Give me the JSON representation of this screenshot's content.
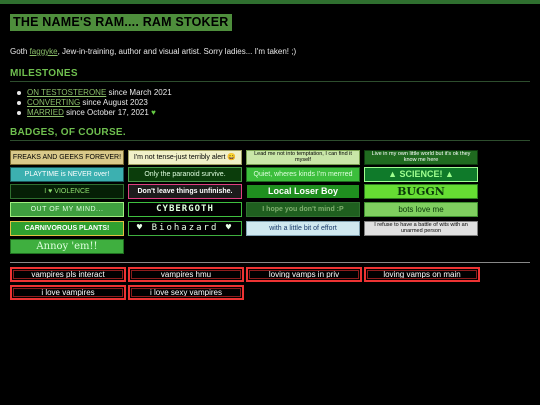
{
  "title": "THE NAME'S RAM.... RAM STOKER",
  "bio": {
    "before": "Goth ",
    "link": "faggyke",
    "after": ", Jew-in-training, author and visual artist. Sorry ladies... I'm taken! ;)"
  },
  "milestones": {
    "heading": "MILESTONES",
    "items": [
      {
        "link": "ON TESTOSTERONE",
        "text": " since March 2021",
        "suffix": ""
      },
      {
        "link": "CONVERTING",
        "text": " since August 2023",
        "suffix": ""
      },
      {
        "link": "MARRIED",
        "text": " since October 17, 2021 ",
        "suffix": "♥"
      }
    ]
  },
  "badges": {
    "heading": "BADGES, OF COURSE.",
    "items": [
      {
        "text": "FREAKS AND GEEKS FOREVER!",
        "bg": "#d9c98a",
        "fg": "#000000",
        "border": "#7a6a30"
      },
      {
        "text": "I'm not tense-just terribly alert 😄",
        "bg": "#f0f0c8",
        "fg": "#000000",
        "border": "#a0a060"
      },
      {
        "text": "Lead me not into temptation, I can find it myself",
        "bg": "#c9e6a8",
        "fg": "#000000",
        "border": "#7aa050"
      },
      {
        "text": "Live in my own little world but it's ok they know me here",
        "bg": "#1f6a1f",
        "fg": "#ffffff",
        "border": "#0e3a0e"
      },
      {
        "text": "PLAYTIME is NEVER over!",
        "bg": "#3cb0b0",
        "fg": "#ffffff",
        "border": "#1a5a5a"
      },
      {
        "text": "Only the paranoid survive.",
        "bg": "#0b3d0b",
        "fg": "#dfffdf",
        "border": "#4a9a4a"
      },
      {
        "text": "Quiet, wheres kinds I'm merrred",
        "bg": "#3cbe3c",
        "fg": "#dfffdf",
        "border": "#1d6a1d"
      },
      {
        "text": "▲ SCIENCE! ▲",
        "bg": "#0f7a2a",
        "fg": "#9fff8f",
        "border": "#9fff8f"
      },
      {
        "text": "I ♥ VIOLENCE",
        "bg": "#061f06",
        "fg": "#8fdf6f",
        "border": "#2f6f2f"
      },
      {
        "text": "Don't leave things unfinishe.",
        "bg": "#1c1c1c",
        "fg": "#ffffff",
        "border": "#e04080"
      },
      {
        "text": "Local Loser Boy",
        "bg": "#1f8f1f",
        "fg": "#ffffff",
        "border": "#000000"
      },
      {
        "text": "BUGGN",
        "bg": "#66dd33",
        "fg": "#0a3a0a",
        "border": "#2f7f1f"
      },
      {
        "text": "OUT OF MY MIND...",
        "bg": "#3f9f3f",
        "fg": "#dfffdf",
        "border": "#9fef7f"
      },
      {
        "text": "CYBERGOTH",
        "bg": "#000000",
        "fg": "#dfffdf",
        "border": "#3fbf3f"
      },
      {
        "text": "I hope you don't mind :P",
        "bg": "#1f5f1f",
        "fg": "#7faf6f",
        "border": "#2f6f2f"
      },
      {
        "text": "bots love me",
        "bg": "#7fcf5f",
        "fg": "#083808",
        "border": "#3f8f2f"
      },
      {
        "text": "CARNIVOROUS PLANTS!",
        "bg": "#2fa02f",
        "fg": "#ffffff",
        "border": "#e0c040"
      },
      {
        "text": "♥ Biohazard ♥",
        "bg": "#000000",
        "fg": "#e8ffe8",
        "border": "#3faf3f"
      },
      {
        "text": "with a little bit of effort",
        "bg": "#cfe8ef",
        "fg": "#1a3a6a",
        "border": "#7f9faf"
      },
      {
        "text": "I refuse to have a battle of wits with an unarmed person",
        "bg": "#e0e0e0",
        "fg": "#000000",
        "border": "#808080"
      },
      {
        "text": "Annoy 'em!!",
        "bg": "#3faf3f",
        "fg": "#dfffdf",
        "border": "#1f6f1f"
      }
    ]
  },
  "vampire_buttons": [
    "vampires pls interact",
    "vampires hmu",
    "loving vamps in priv",
    "loving vamps on main",
    "i love vampires",
    "i love sexy vampires"
  ],
  "colors": {
    "accent": "#4e8e3c",
    "heading": "#6fbf4f",
    "link": "#8bbf6a",
    "vamp_border": "#e33333"
  }
}
